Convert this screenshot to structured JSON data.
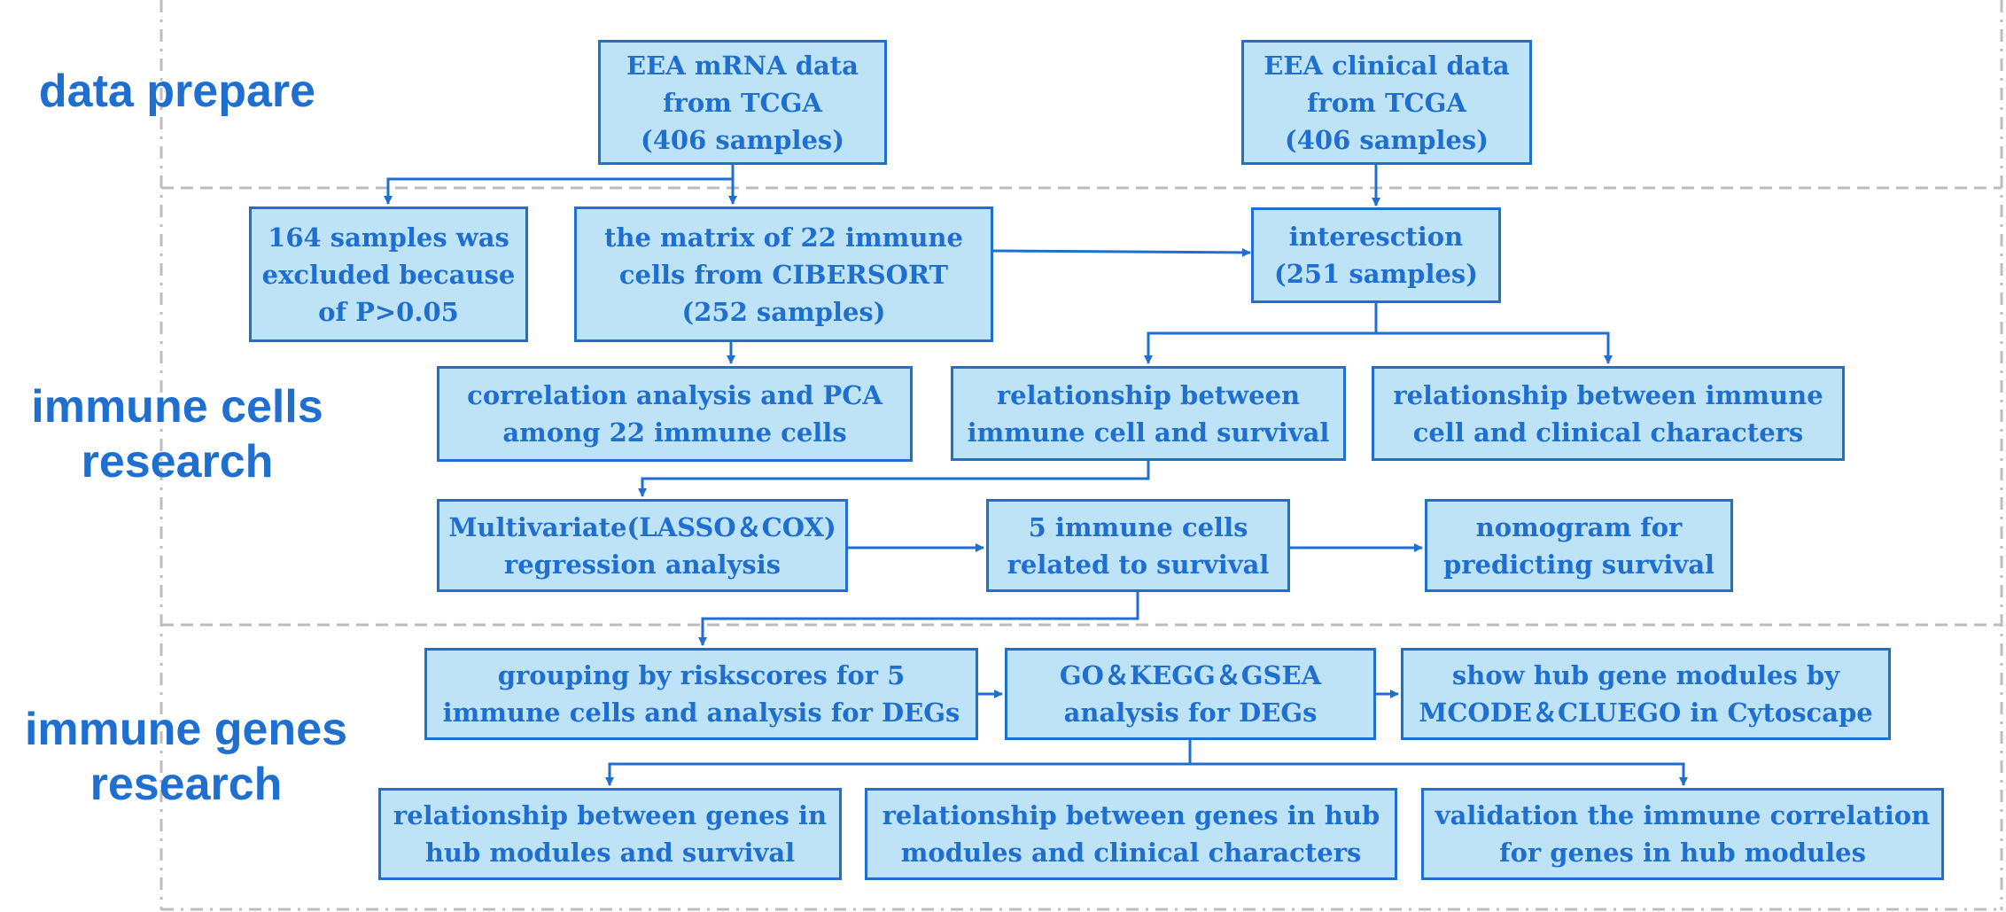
{
  "sections": {
    "data_prepare": "data prepare",
    "immune_cells": "immune cells\nresearch",
    "immune_genes": "immune genes\nresearch"
  },
  "nodes": {
    "mrna": "EEA mRNA  data\nfrom TCGA\n(406 samples)",
    "clinical": "EEA clinical data\nfrom TCGA\n(406 samples)",
    "excluded": "164 samples was\nexcluded because\nof P>0.05",
    "matrix": "the matrix of 22 immune\ncells  from CIBERSORT\n(252 samples)",
    "intersection": "interesction\n(251 samples)",
    "correlation": "correlation analysis and  PCA\namong  22 immune cells",
    "rel_survival": "relationship between\nimmune cell and survival",
    "rel_clinical": "relationship between immune\ncell and clinical characters",
    "multivariate": "Multivariate(LASSO＆COX)\nregression analysis",
    "five_cells": "5 immune cells\nrelated to survival",
    "nomogram": "nomogram for\npredicting survival",
    "grouping": "grouping by riskscores for 5\nimmune cells and  analysis for DEGs",
    "go_kegg": "GO＆KEGG＆GSEA\nanalysis for DEGs",
    "hub_modules": "show hub gene modules by\nMCODE＆CLUEGO in Cytoscape",
    "genes_survival": "relationship between genes in\nhub modules and survival",
    "genes_clinical": "relationship between genes in hub\nmodules and clinical characters",
    "validation": "validation the immune correlation\nfor genes in hub modules"
  },
  "colors": {
    "accent": "#1f6fd1",
    "box_fill": "#bfe3f6",
    "dash": "#bdbdbd"
  }
}
